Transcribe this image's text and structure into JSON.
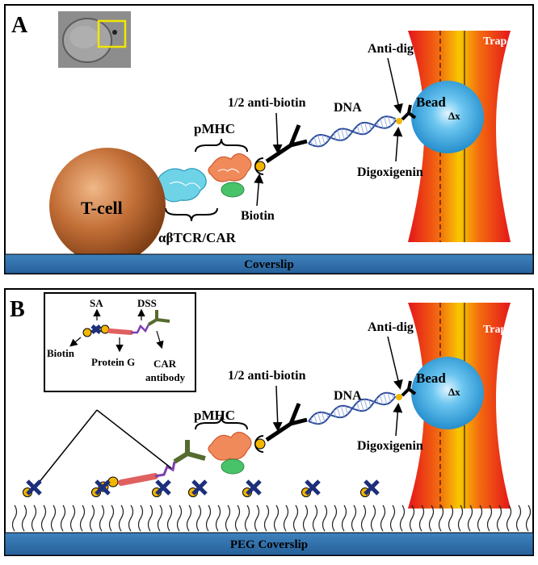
{
  "panel_a": {
    "letter": "A",
    "trap": "Trap",
    "bead": "Bead",
    "displacement": "Δx",
    "anti_dig": "Anti-dig",
    "half_anti_biotin": "1/2 anti-biotin",
    "dna": "DNA",
    "pmhc": "pMHC",
    "digoxigenin": "Digoxigenin",
    "biotin": "Biotin",
    "t_cell": "T-cell",
    "tcr_car": "αβTCR/CAR",
    "coverslip": "Coverslip"
  },
  "panel_b": {
    "letter": "B",
    "trap": "Trap",
    "bead": "Bead",
    "displacement": "Δx",
    "anti_dig": "Anti-dig",
    "half_anti_biotin": "1/2 anti-biotin",
    "dna": "DNA",
    "pmhc": "pMHC",
    "digoxigenin": "Digoxigenin",
    "coverslip": "PEG Coverslip",
    "inset": {
      "sa": "SA",
      "dss": "DSS",
      "biotin": "Biotin",
      "protein_g": "Protein G",
      "car_line1": "CAR",
      "car_line2": "antibody"
    }
  },
  "colors": {
    "coverslip": "#2f6ea6",
    "bead": "#2fa8e0",
    "t_cell": "#b5652e",
    "dna": "#2b4a9a",
    "trap_core": "#f3c400",
    "trap_edge": "#e01a1a",
    "biotin": "#f2b600",
    "sa_cross": "#1c2f7a",
    "protein_g": "#e06060",
    "dss": "#7b3fb0",
    "car_antibody": "#556b2f"
  }
}
